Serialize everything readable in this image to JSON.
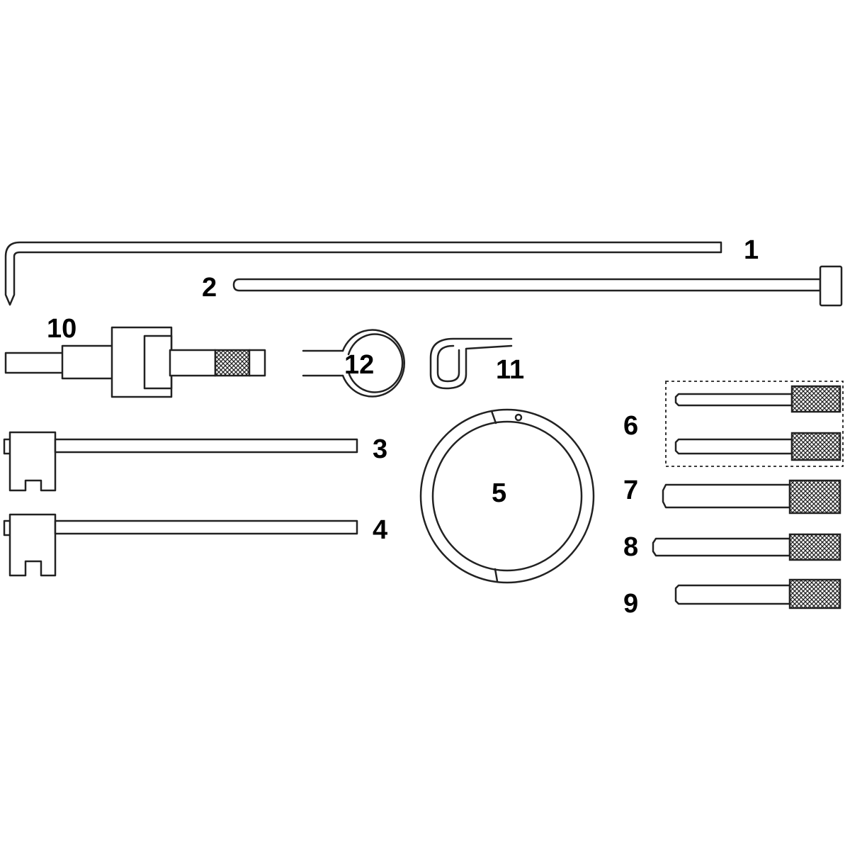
{
  "labels": {
    "p1": "1",
    "p2": "2",
    "p3": "3",
    "p4": "4",
    "p5": "5",
    "p6": "6",
    "p7": "7",
    "p8": "8",
    "p9": "9",
    "p10": "10",
    "p11": "11",
    "p12": "12"
  },
  "colors": {
    "outline": "#222222",
    "background": "#ffffff",
    "label": "#000000"
  }
}
